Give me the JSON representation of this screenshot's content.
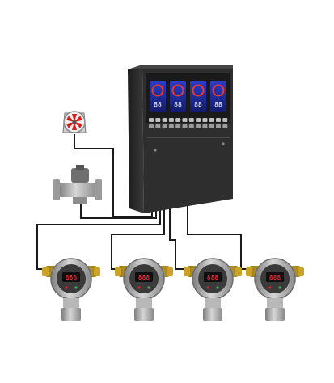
{
  "controller": {
    "channels": [
      {
        "display_value": "88",
        "screen_color": "#1b2a8c"
      },
      {
        "display_value": "88",
        "screen_color": "#1b2a8c"
      },
      {
        "display_value": "88",
        "screen_color": "#1b2a8c"
      },
      {
        "display_value": "88",
        "screen_color": "#1b2a8c"
      }
    ],
    "body_color": "#2a2a2a"
  },
  "detectors": [
    {
      "display_value": "888"
    },
    {
      "display_value": "888"
    },
    {
      "display_value": "888"
    },
    {
      "display_value": "888"
    }
  ],
  "accessories": {
    "fan_icon": "exhaust-fan-icon",
    "valve_icon": "solenoid-valve-icon"
  },
  "colors": {
    "wire": "#1a1a1a",
    "detector_cap": "#c9a227",
    "detector_body": "#a8a8a8",
    "led_red": "#e0202a",
    "fan_blade": "#d62020"
  }
}
